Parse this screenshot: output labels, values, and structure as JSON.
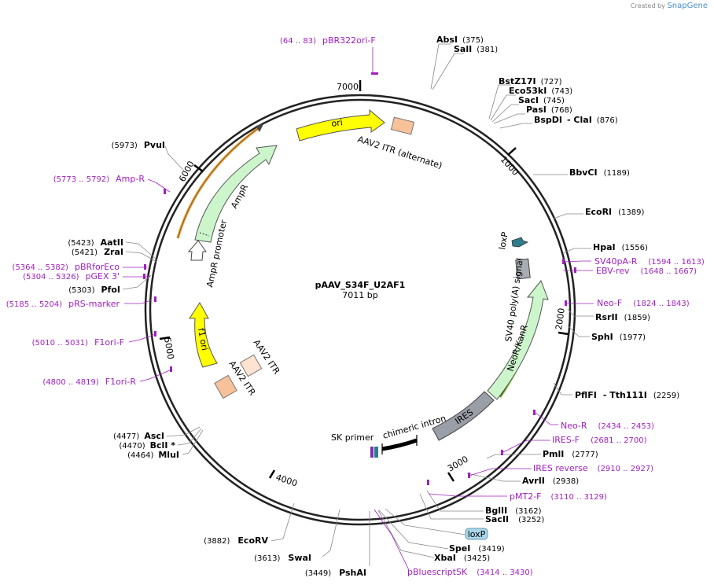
{
  "credit": {
    "prefix": "Created by",
    "brand": "SnapGene"
  },
  "plasmid": {
    "name": "pAAV_S34F_U2AF1",
    "size_label": "7011 bp",
    "length": 7011
  },
  "colors": {
    "backbone": "#222222",
    "primer": "#a020c0",
    "ori": "#ffff00",
    "itr": "#f7c29a",
    "ampr": "#ccf5cc",
    "promoter": "#ffffff",
    "ires": "#9a9ea6",
    "sv40": "#a9adb3",
    "loxp": "#2f7c8c",
    "loxp_badge": "#a9d6ea",
    "orange_line": "#f2a33a",
    "green_line": "#9bd24a"
  },
  "ticks": [
    {
      "pos": 7000,
      "label": "7000"
    },
    {
      "pos": 1000,
      "label": "1000"
    },
    {
      "pos": 2000,
      "label": "2000"
    },
    {
      "pos": 3000,
      "label": "3000"
    },
    {
      "pos": 4000,
      "label": "4000"
    },
    {
      "pos": 5000,
      "label": "5000"
    },
    {
      "pos": 6000,
      "label": "6000"
    }
  ],
  "features": [
    {
      "name": "ori",
      "label": "ori",
      "type": "arrow"
    },
    {
      "name": "aav2-itr-alt",
      "label": "AAV2 ITR (alternate)",
      "type": "box"
    },
    {
      "name": "ampr",
      "label": "AmpR",
      "type": "arrow"
    },
    {
      "name": "ampr-promoter",
      "label": "AmpR promoter",
      "type": "arrow"
    },
    {
      "name": "f1-ori",
      "label": "f1 ori",
      "type": "arrow"
    },
    {
      "name": "aav2-itr-1",
      "label": "AAV2 ITR",
      "type": "box"
    },
    {
      "name": "aav2-itr-2",
      "label": "AAV2 ITR",
      "type": "box"
    },
    {
      "name": "loxp-feature",
      "label": "loxP",
      "type": "arrow"
    },
    {
      "name": "sv40-polya",
      "label": "SV40 poly(A) signal",
      "type": "box"
    },
    {
      "name": "neor-kanr",
      "label": "NeoR/KanR",
      "type": "arrow"
    },
    {
      "name": "ires",
      "label": "IRES",
      "type": "arrow"
    },
    {
      "name": "chimeric-intron",
      "label": "chimeric intron",
      "type": "box"
    },
    {
      "name": "sk-primer",
      "label": "SK primer",
      "type": "arrow"
    }
  ],
  "enzymes": [
    {
      "name": "AbsI",
      "pos": "(375)"
    },
    {
      "name": "SalI",
      "pos": "(381)"
    },
    {
      "name": "BstZ17I",
      "pos": "(727)"
    },
    {
      "name": "Eco53kI",
      "pos": "(743)"
    },
    {
      "name": "SacI",
      "pos": "(745)"
    },
    {
      "name": "PasI",
      "pos": "(768)"
    },
    {
      "name": "BspDI",
      "extra": "- ClaI",
      "pos": "(876)"
    },
    {
      "name": "BbvCI",
      "pos": "(1189)"
    },
    {
      "name": "EcoRI",
      "pos": "(1389)"
    },
    {
      "name": "HpaI",
      "pos": "(1556)"
    },
    {
      "name": "RsrII",
      "pos": "(1859)"
    },
    {
      "name": "SphI",
      "pos": "(1977)"
    },
    {
      "name": "PflFI",
      "extra": "- Tth111I",
      "pos": "(2259)"
    },
    {
      "name": "PmlI",
      "pos": "(2777)"
    },
    {
      "name": "AvrII",
      "pos": "(2938)"
    },
    {
      "name": "BglII",
      "pos": "(3162)"
    },
    {
      "name": "SacII",
      "pos": "(3252)"
    },
    {
      "name": "SpeI",
      "pos": "(3419)"
    },
    {
      "name": "XbaI",
      "pos": "(3425)"
    },
    {
      "name": "PshAI",
      "pos": "(3449)"
    },
    {
      "name": "SwaI",
      "pos": "(3613)"
    },
    {
      "name": "EcoRV",
      "pos": "(3882)"
    },
    {
      "name": "MluI",
      "pos": "(4464)"
    },
    {
      "name": "BclI *",
      "pos": "(4470)"
    },
    {
      "name": "AscI",
      "pos": "(4477)"
    },
    {
      "name": "PfoI",
      "pos": "(5303)"
    },
    {
      "name": "ZraI",
      "pos": "(5421)"
    },
    {
      "name": "AatII",
      "pos": "(5423)"
    },
    {
      "name": "PvuI",
      "pos": "(5973)"
    }
  ],
  "primers": [
    {
      "name": "pBR322ori-F",
      "range": "(64 .. 83)"
    },
    {
      "name": "SV40pA-R",
      "range": "(1594 .. 1613)"
    },
    {
      "name": "EBV-rev",
      "range": "(1648 .. 1667)"
    },
    {
      "name": "Neo-F",
      "range": "(1824 .. 1843)"
    },
    {
      "name": "Neo-R",
      "range": "(2434 .. 2453)"
    },
    {
      "name": "IRES-F",
      "range": "(2681 .. 2700)"
    },
    {
      "name": "IRES reverse",
      "range": "(2910 .. 2927)"
    },
    {
      "name": "pMT2-F",
      "range": "(3110 .. 3129)"
    },
    {
      "name": "pBluescriptSK",
      "range": "(3414 .. 3430)"
    },
    {
      "name": "F1ori-R",
      "range": "(4800 .. 4819)"
    },
    {
      "name": "F1ori-F",
      "range": "(5010 .. 5031)"
    },
    {
      "name": "pRS-marker",
      "range": "(5185 .. 5204)"
    },
    {
      "name": "pGEX 3'",
      "range": "(5304 .. 5326)"
    },
    {
      "name": "pBRforEco",
      "range": "(5364 .. 5382)"
    },
    {
      "name": "Amp-R",
      "range": "(5773 .. 5792)"
    }
  ],
  "badge": {
    "label": "loxP"
  }
}
